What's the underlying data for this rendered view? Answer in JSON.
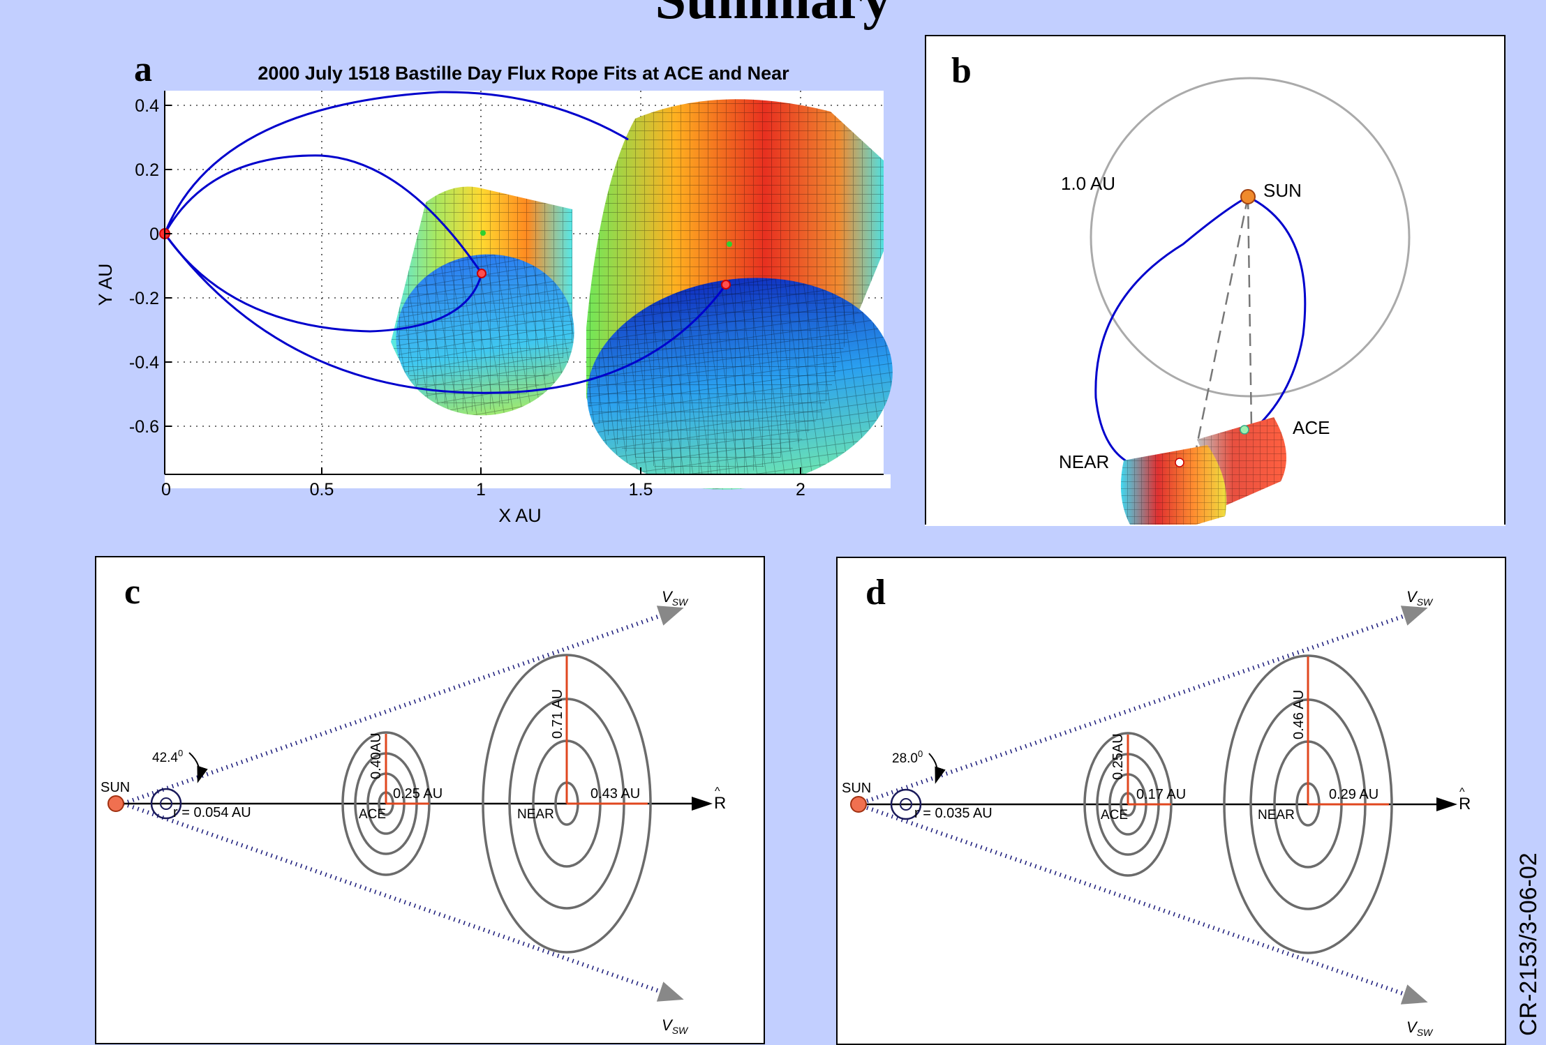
{
  "page_title": "Summary",
  "side_code": "CR-2153/3-06-02",
  "panel_a": {
    "label": "a",
    "title": "2000 July 1518 Bastille Day Flux Rope Fits at ACE and Near",
    "xlabel": "X AU",
    "ylabel": "Y AU",
    "xticks": [
      "0",
      "0.5",
      "1",
      "1.5",
      "2"
    ],
    "yticks": [
      "0.4",
      "0.2",
      "0",
      "-0.2",
      "-0.4",
      "-0.6"
    ]
  },
  "panel_b": {
    "label": "b",
    "orbit_label": "1.0 AU",
    "sun_label": "SUN",
    "ace_label": "ACE",
    "near_label": "NEAR"
  },
  "panel_c": {
    "label": "c",
    "angle": "42.4",
    "angle_unit": "0",
    "sun_label": "SUN",
    "r_label": "r = 0.054 AU",
    "ace_label": "ACE",
    "near_label": "NEAR",
    "ace_vertical": "0.40AU",
    "ace_horizontal": "0.25 AU",
    "near_vertical": "0.71 AU",
    "near_horizontal": "0.43 AU",
    "vsw_label": "V",
    "vsw_sub": "SW",
    "rhat_label": "R"
  },
  "panel_d": {
    "label": "d",
    "angle": "28.0",
    "angle_unit": "0",
    "sun_label": "SUN",
    "r_label": "r = 0.035 AU",
    "ace_label": "ACE",
    "near_label": "NEAR",
    "ace_vertical": "0.25AU",
    "ace_horizontal": "0.17 AU",
    "near_vertical": "0.46 AU",
    "near_horizontal": "0.29 AU",
    "vsw_label": "V",
    "vsw_sub": "SW",
    "rhat_label": "R"
  },
  "colors": {
    "background": "#c2cfff",
    "orbit_blue": "#0000cc",
    "red_line": "#e0471f",
    "sun_orange": "#f08a2c",
    "gray_ring": "#6b6b6b"
  }
}
